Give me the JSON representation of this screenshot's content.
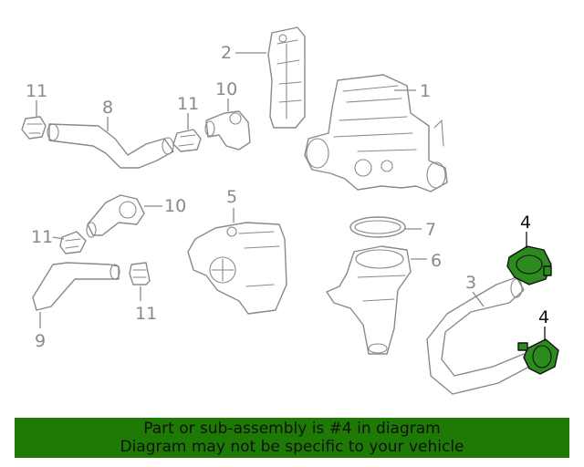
{
  "callouts": {
    "c1": "1",
    "c2": "2",
    "c3": "3",
    "c4a": "4",
    "c4b": "4",
    "c5": "5",
    "c6": "6",
    "c7": "7",
    "c8": "8",
    "c9": "9",
    "c10a": "10",
    "c10b": "10",
    "c11a": "11",
    "c11b": "11",
    "c11c": "11",
    "c11d": "11"
  },
  "highlight": {
    "part_number": "4",
    "fill_color": "#2c8a1e",
    "banner_color": "#1e7a05"
  },
  "banner": {
    "line1": "Part or sub-assembly is #4 in diagram",
    "line2": "Diagram may not be specific to your vehicle"
  }
}
